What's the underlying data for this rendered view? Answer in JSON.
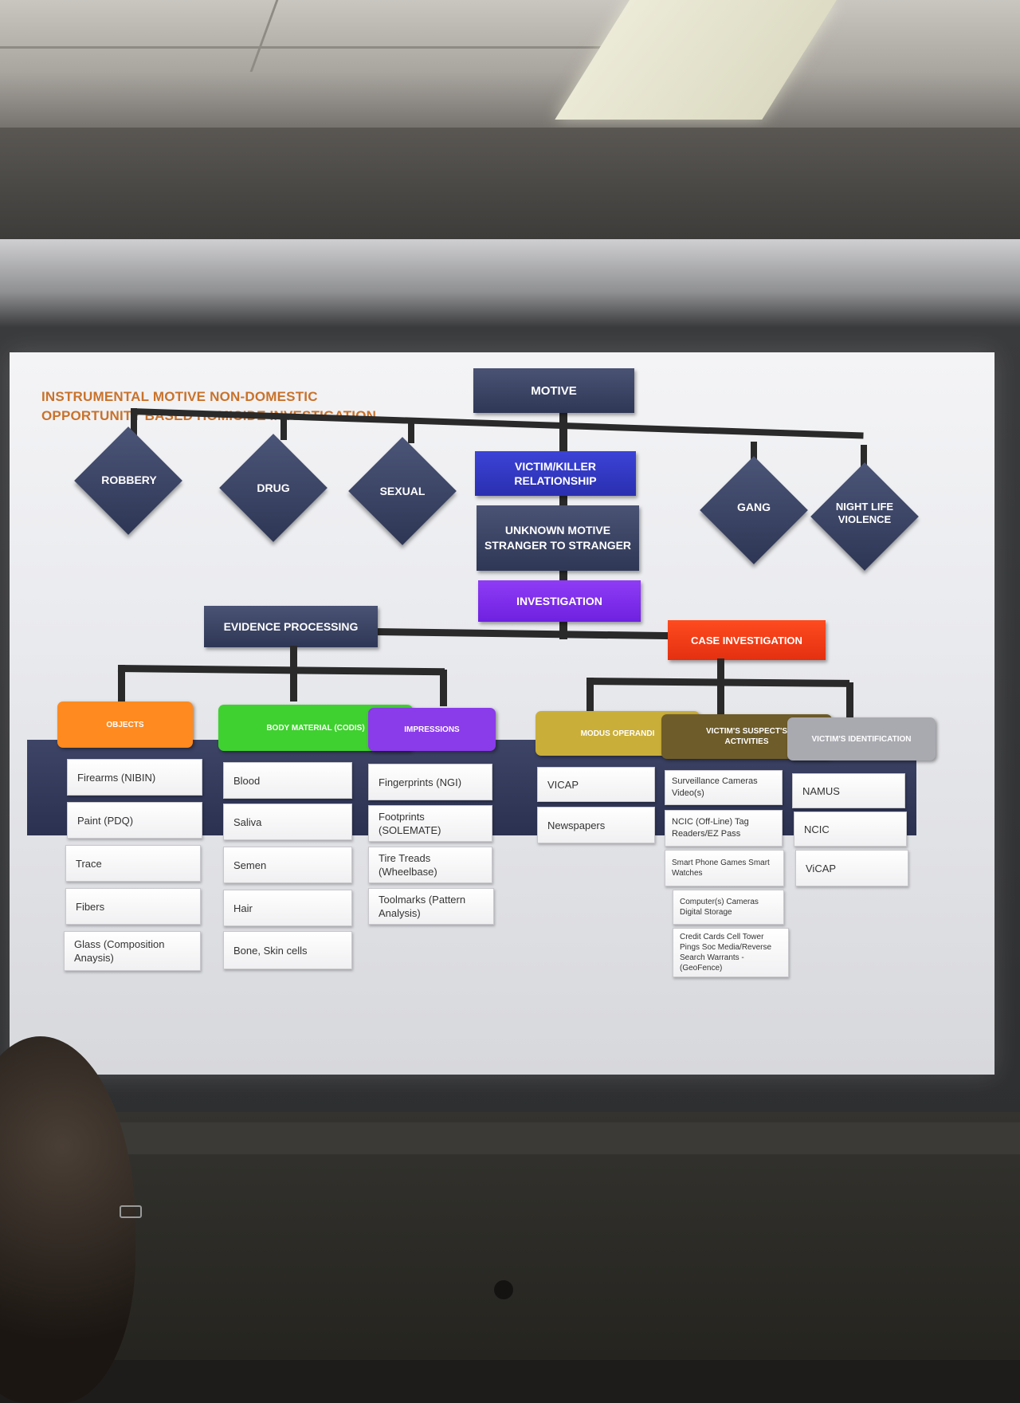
{
  "slide": {
    "title_line1": "INSTRUMENTAL MOTIVE  NON-DOMESTIC",
    "title_line2": "OPPORTUNITY BASED HOMICIDE INVESTIGATION",
    "motive": "MOTIVE",
    "diamonds": [
      "ROBBERY",
      "DRUG",
      "SEXUAL",
      "GANG",
      "NIGHT LIFE VIOLENCE"
    ],
    "victim_killer": "VICTIM/KILLER RELATIONSHIP",
    "unknown_line1": "UNKNOWN MOTIVE",
    "unknown_line2": "STRANGER TO STRANGER",
    "investigation": "INVESTIGATION",
    "evidence_processing": "EVIDENCE PROCESSING",
    "case_investigation": "CASE INVESTIGATION",
    "colors": {
      "navy": "#2f3756",
      "blue": "#2a2fb0",
      "purple": "#6e21e0",
      "red_orange": "#e43010",
      "title_orange": "#c9722b"
    },
    "categories": [
      {
        "label": "OBJECTS",
        "color": "#ff8a1f",
        "items": [
          "Firearms (NIBIN)",
          "Paint (PDQ)",
          "Trace",
          "Fibers",
          "Glass (Composition Anaysis)"
        ]
      },
      {
        "label": "BODY MATERIAL (CODIS)",
        "color": "#3fd12f",
        "items": [
          "Blood",
          "Saliva",
          "Semen",
          "Hair",
          "Bone, Skin cells"
        ]
      },
      {
        "label": "IMPRESSIONS",
        "color": "#8a3bea",
        "items": [
          "Fingerprints (NGI)",
          "Footprints (SOLEMATE)",
          "Tire Treads (Wheelbase)",
          "Toolmarks (Pattern Analysis)"
        ]
      },
      {
        "label": "MODUS OPERANDI",
        "color": "#c9ae3a",
        "items": [
          "VICAP",
          "Newspapers"
        ]
      },
      {
        "label": "VICTIM'S SUSPECT'S ACTIVITIES",
        "color": "#6e5c2a",
        "items": [
          "Surveillance Cameras Video(s)",
          "NCIC (Off-Line) Tag Readers/EZ Pass",
          "Smart Phone Games Smart Watches",
          "Computer(s) Cameras Digital Storage",
          "Credit Cards Cell Tower Pings Soc Media/Reverse Search Warrants - (GeoFence)"
        ]
      },
      {
        "label": "VICTIM'S IDENTIFICATION",
        "color": "#a9aab0",
        "items": [
          "NAMUS",
          "NCIC",
          "ViCAP"
        ]
      }
    ]
  }
}
